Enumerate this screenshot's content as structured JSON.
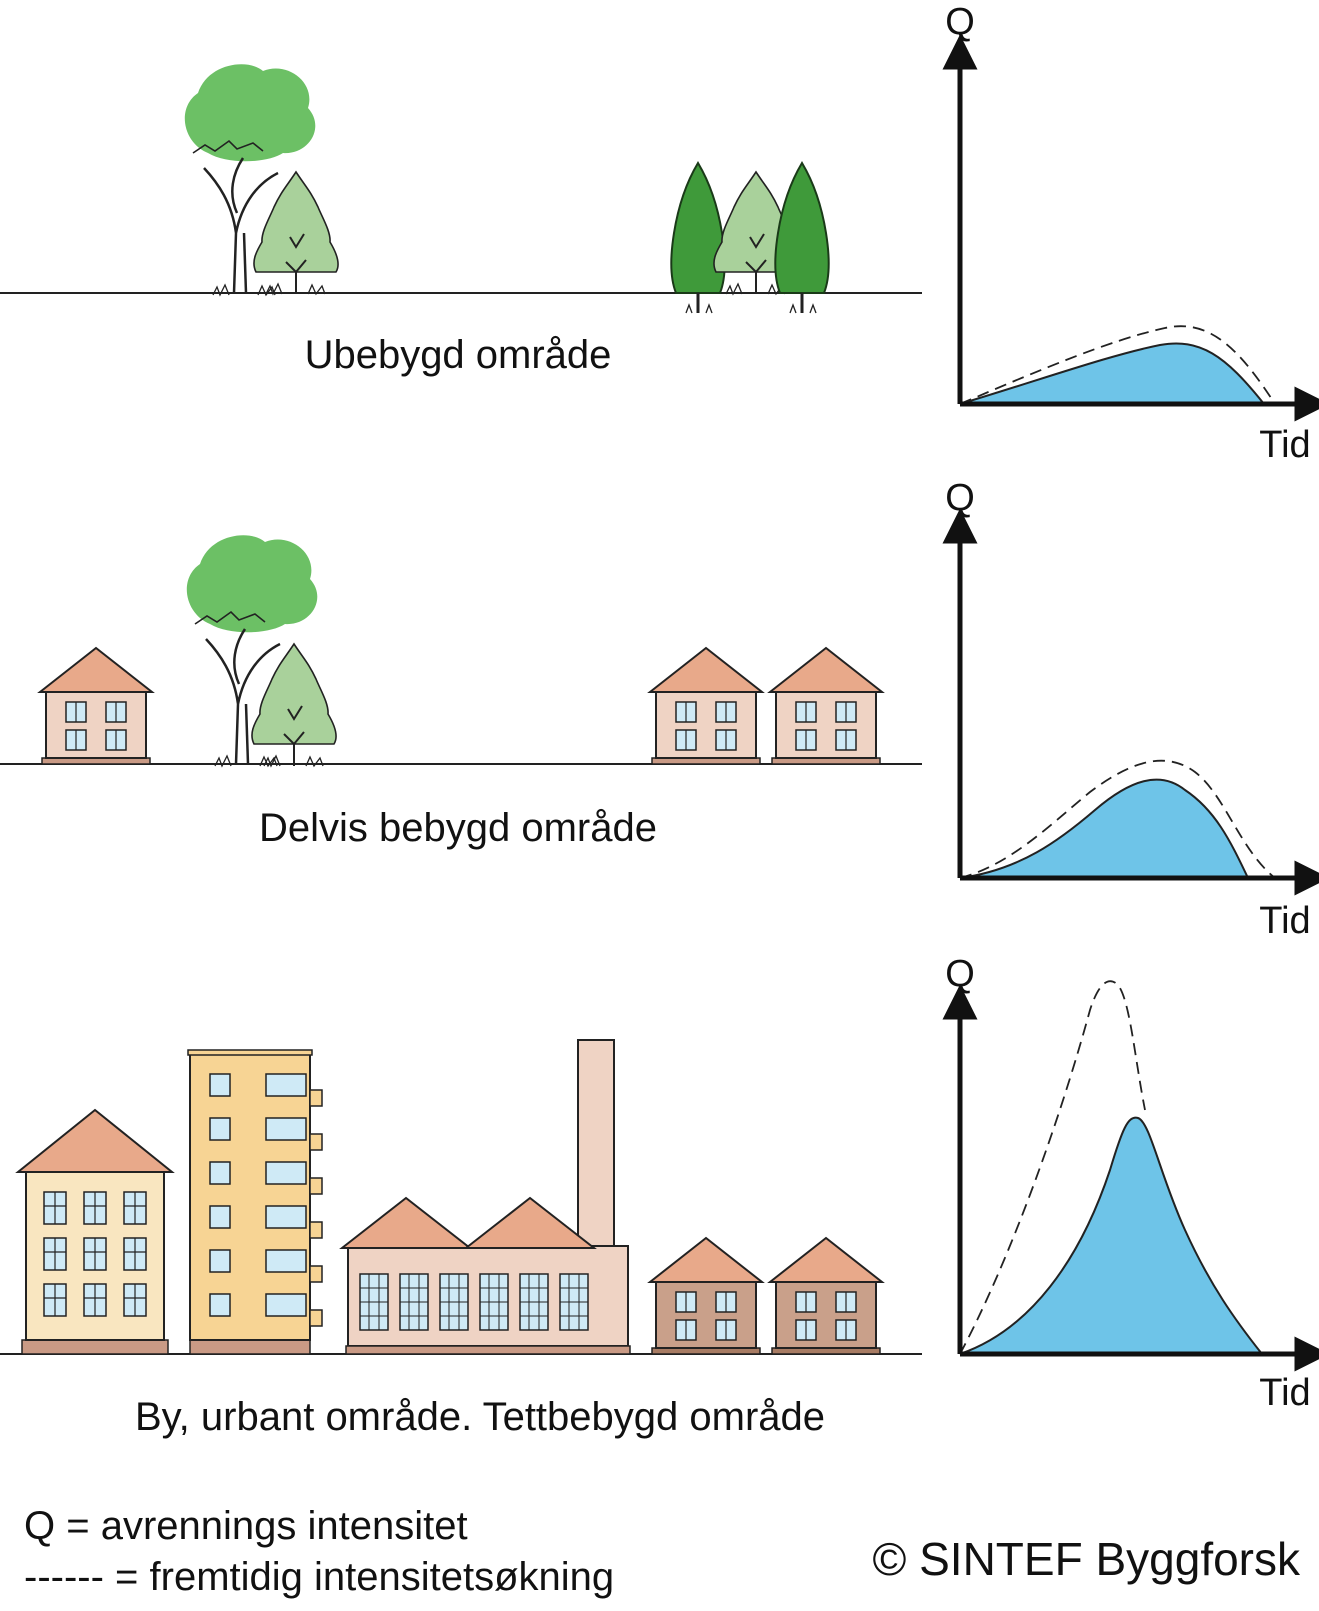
{
  "panels": [
    {
      "caption": "Ubebygd område",
      "y_label": "Q",
      "x_label": "Tid"
    },
    {
      "caption": "Delvis bebygd område",
      "y_label": "Q",
      "x_label": "Tid"
    },
    {
      "caption": "By, urbant område. Tettbebygd område",
      "y_label": "Q",
      "x_label": "Tid"
    }
  ],
  "legend": {
    "q_def": "Q = avrennings intensitet",
    "dash_def": "------ = fremtidig intensitetsøkning"
  },
  "copyright": "© SINTEF Byggforsk",
  "colors": {
    "runoff_fill": "#6ec4e8",
    "roof": "#e8a98a",
    "house_wall": "#efd3c4",
    "tree_dark": "#3f9a3a",
    "tree_light": "#a9d19b",
    "tree_mid": "#6cc065",
    "apartment_wall": "#f9e6c0",
    "tower_wall": "#f7d494",
    "window": "#cfeaf6"
  }
}
